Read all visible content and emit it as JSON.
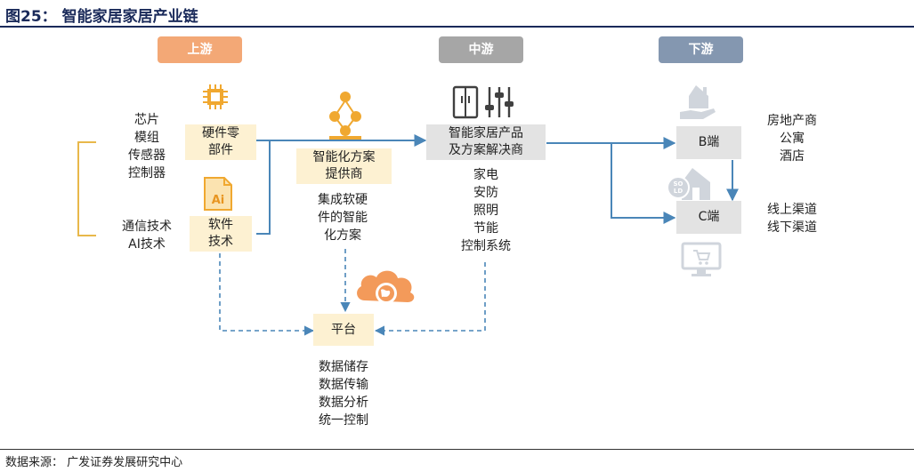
{
  "title": "图25：   智能家居家居产业链",
  "source": "数据来源：  广发证券发展研究中心",
  "stages": {
    "upstream": "上游",
    "midstream": "中游",
    "downstream": "下游"
  },
  "upstream": {
    "hardware_list": "芯片\n模组\n传感器\n控制器",
    "software_list": "通信技术\nAI技术",
    "hardware_box": "硬件零\n部件",
    "software_box": "软件\n技术",
    "solution_box": "智能化方案\n提供商",
    "solution_desc": "集成软硬\n件的智能\n化方案"
  },
  "midstream": {
    "product_box": "智能家居产品\n及方案解决商",
    "product_list": "家电\n安防\n照明\n节能\n控制系统"
  },
  "platform": {
    "box": "平台",
    "list": "数据储存\n数据传输\n数据分析\n统一控制"
  },
  "downstream": {
    "b_box": "B端",
    "c_box": "C端",
    "b_list": "房地产商\n公寓\n酒店",
    "c_list": "线上渠道\n线下渠道"
  },
  "icons": {
    "chip": "chip-icon",
    "ai_file": "ai-file-icon",
    "network": "network-icon",
    "fridge": "fridge-icon",
    "sliders": "sliders-icon",
    "cloud": "cloud-globe-icon",
    "house": "house-hand-icon",
    "sold": "sold-house-icon",
    "monitor": "monitor-cart-icon"
  },
  "colors": {
    "upstream": "#f3a876",
    "midstream": "#a6a6a6",
    "downstream": "#8497b0",
    "arrow": "#4a86b8",
    "bracket": "#e8b84a",
    "icon_orange": "#f0a830",
    "icon_gray": "#d0d5dc"
  }
}
